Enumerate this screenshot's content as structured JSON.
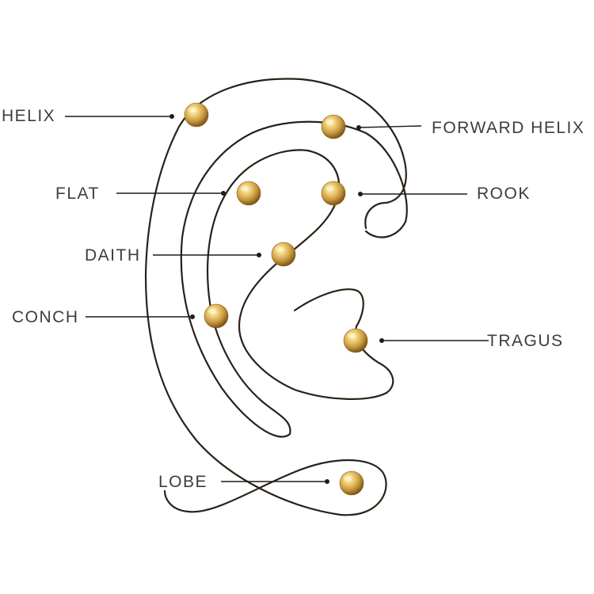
{
  "colors": {
    "outline": "#2a2117",
    "label_text": "#3d3d3d",
    "leader": "#1c1c1c",
    "stud_light": "#f4d98a",
    "stud_mid": "#c99a3f",
    "stud_dark": "#7a5317"
  },
  "labels": {
    "helix": "HELIX",
    "forward_helix": "FORWARD HELIX",
    "flat": "FLAT",
    "rook": "ROOK",
    "daith": "DAITH",
    "conch": "CONCH",
    "tragus": "TRAGUS",
    "lobe": "LOBE"
  }
}
